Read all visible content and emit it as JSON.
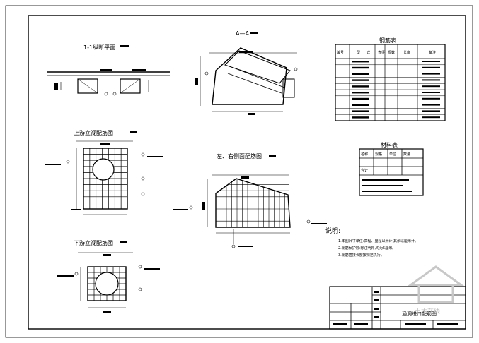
{
  "drawing": {
    "views": {
      "plan_section": "1-1纵断平面",
      "section_a": "A—A",
      "upstream_elevation": "上游立视配筋图",
      "downstream_elevation": "下游立视配筋图",
      "side_walls": "左、右侧面配筋图"
    },
    "tables": {
      "rebar_table_title": "钢筋表",
      "rebar_headers": [
        "编号",
        "型",
        "式",
        "直径",
        "根数",
        "长度",
        "备注"
      ],
      "material_table_title": "材料表",
      "material_headers": [
        "名称",
        "规格",
        "单位",
        "数量"
      ],
      "material_row2": [
        "合计"
      ]
    },
    "notes": {
      "heading": "说明:",
      "items": [
        "1.本图尺寸单位:高程、里程以米计,其余以厘米计。",
        "2.钢筋保护层:除注明外,均为5厘米。",
        "3.钢筋搭接长度按规范执行。"
      ]
    },
    "title_block": {
      "drawing_title": "涵洞进口配筋图"
    }
  },
  "watermark": {
    "text": "土木在线"
  }
}
